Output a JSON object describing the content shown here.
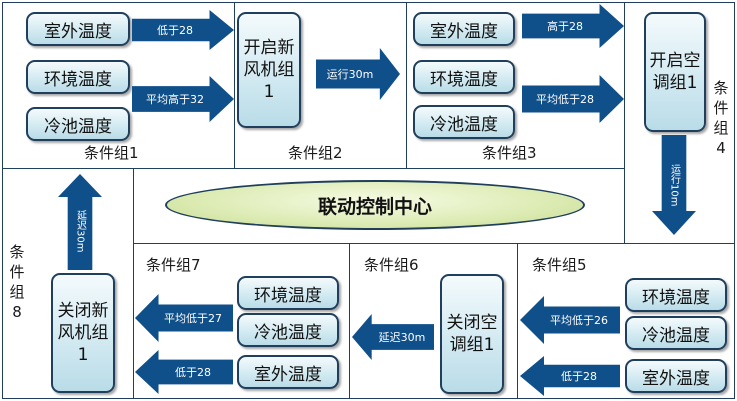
{
  "colors": {
    "arrow": "#0f4f8a",
    "box": "#bfe0ea",
    "center": "#d9ebb0",
    "border": "#1f3f5c"
  },
  "center": "联动控制中心",
  "groups": {
    "g1": {
      "label": "条件组1",
      "items": [
        "室外温度",
        "环境温度",
        "冷池温度"
      ],
      "arrows": [
        "低于28",
        "平均高于32"
      ]
    },
    "g2": {
      "label": "条件组2",
      "box": "开启新风机组1",
      "arrow": "运行30m"
    },
    "g3": {
      "label": "条件组3",
      "items": [
        "室外温度",
        "环境温度",
        "冷池温度"
      ],
      "arrows": [
        "高于28",
        "平均低于28"
      ]
    },
    "g4": {
      "label": "条件组4",
      "box": "开启空调组1",
      "arrow": "运行10m"
    },
    "g5": {
      "label": "条件组5",
      "items": [
        "环境温度",
        "冷池温度",
        "室外温度"
      ],
      "arrows": [
        "平均低于26",
        "低于28"
      ]
    },
    "g6": {
      "label": "条件组6",
      "box": "关闭空调组1",
      "arrow": "延迟30m"
    },
    "g7": {
      "label": "条件组7",
      "items": [
        "环境温度",
        "冷池温度",
        "室外温度"
      ],
      "arrows": [
        "平均低于27",
        "低于28"
      ]
    },
    "g8": {
      "label": "条件组8",
      "box": "关闭新风机组1",
      "arrow": "延迟30m"
    }
  }
}
